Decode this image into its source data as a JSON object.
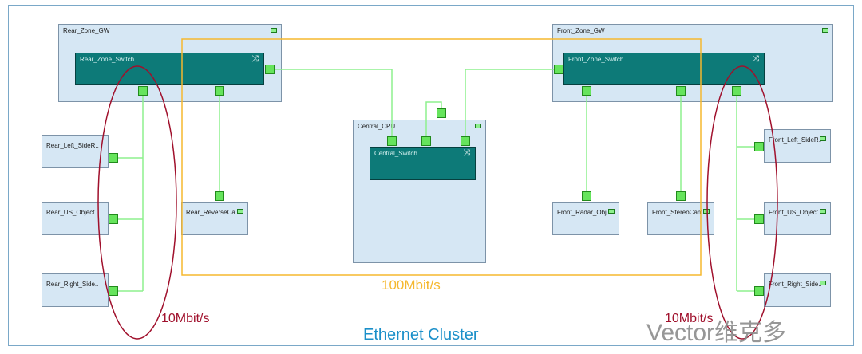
{
  "colors": {
    "cluster_border": "#7aa8c8",
    "node_fill": "#d6e7f4",
    "switch_fill": "#0d7a78",
    "port_fill": "#66e45c",
    "link_10m": "#8ef08e",
    "link_100m": "#f5b82e",
    "ellipse": "#a0102c"
  },
  "nodes": {
    "rear_gw": "Rear_Zone_GW",
    "rear_switch": "Rear_Zone_Switch",
    "front_gw": "Front_Zone_GW",
    "front_switch": "Front_Zone_Switch",
    "central": "Central_CPU",
    "central_switch": "Central_Switch",
    "rear_left": "Rear_Left_SideR...",
    "rear_us": "Rear_US_Object...",
    "rear_right": "Rear_Right_Side...",
    "rear_reverse": "Rear_ReverseCa...",
    "front_radar": "Front_Radar_Obj...",
    "front_stereo": "Front_StereoCam...",
    "front_left": "Front_Left_SideR...",
    "front_us": "Front_US_Object...",
    "front_right": "Front_Right_Side..."
  },
  "labels": {
    "speed_100": "100Mbit/s",
    "speed_10_left": "10Mbit/s",
    "speed_10_right": "10Mbit/s",
    "cluster": "Ethernet Cluster",
    "watermark": "Vector维克多"
  }
}
